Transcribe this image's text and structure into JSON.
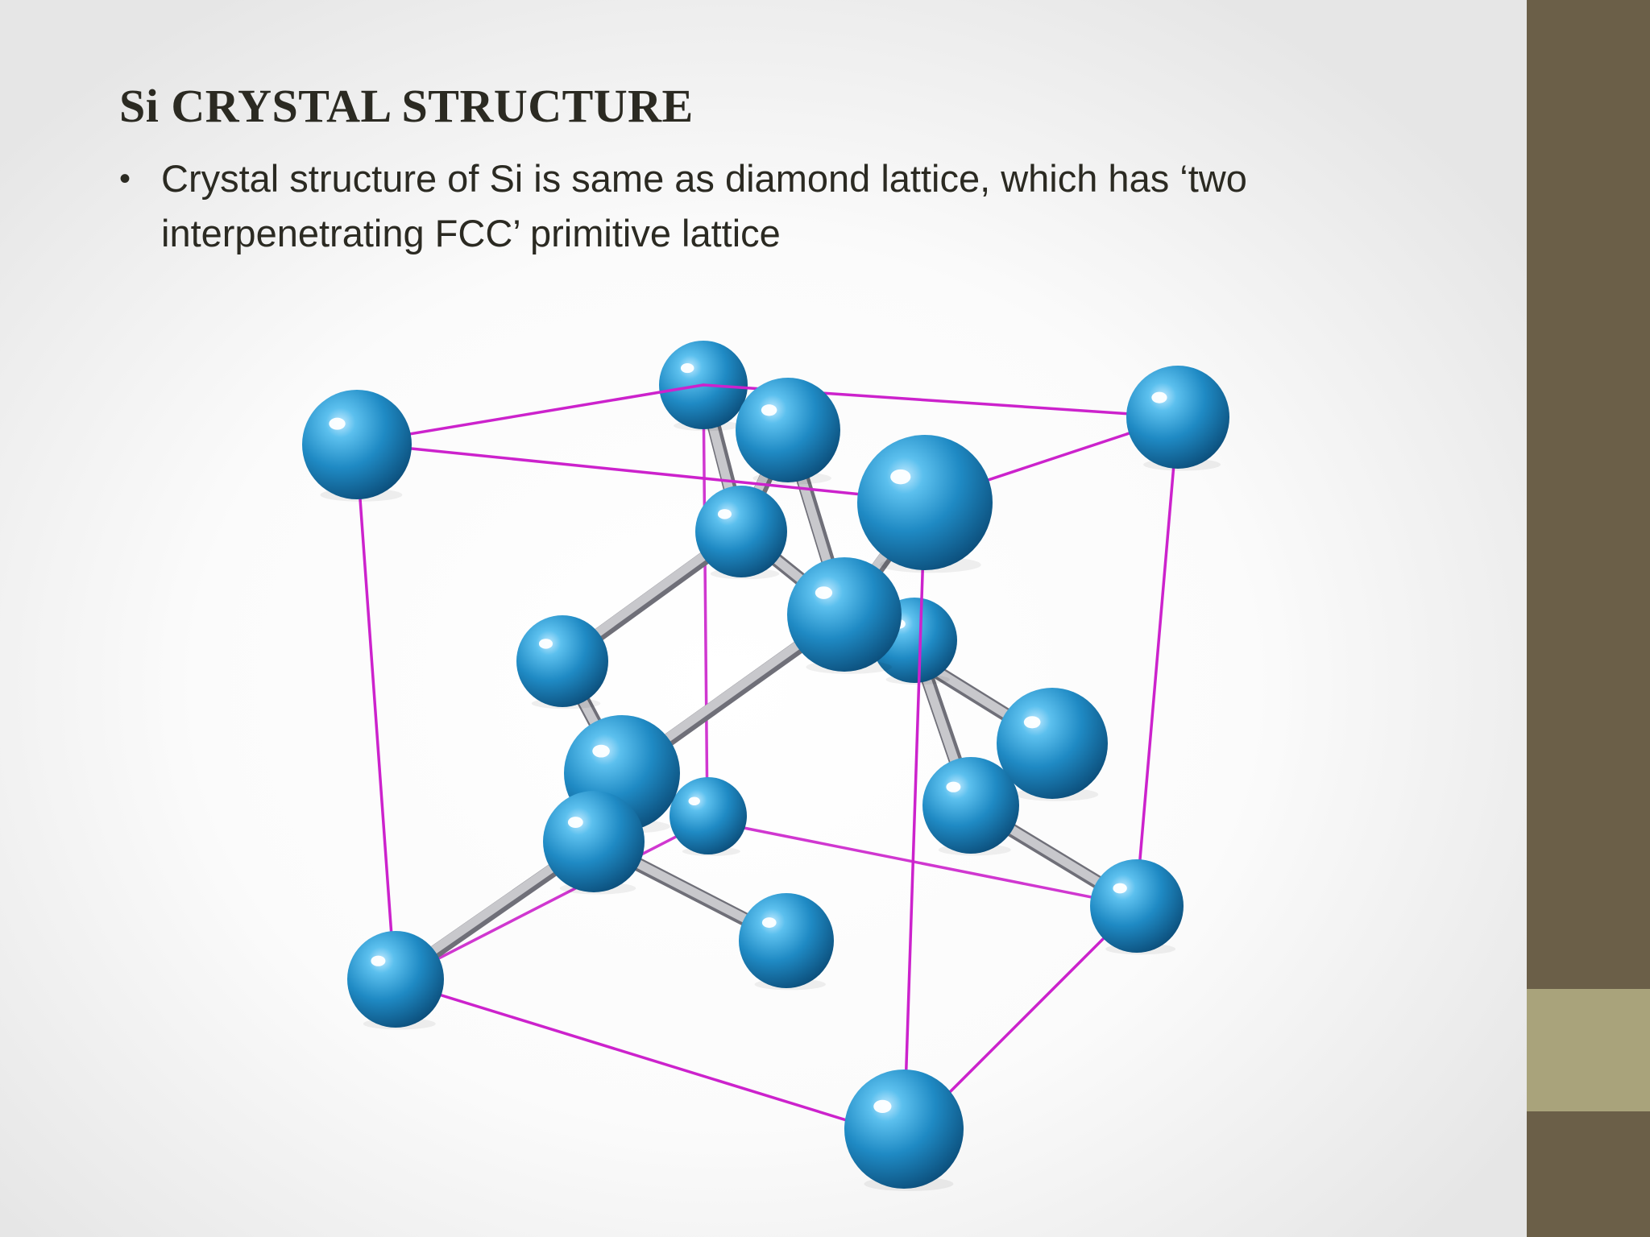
{
  "slide": {
    "title": "Si CRYSTAL STRUCTURE",
    "bullets": [
      {
        "marker": "•",
        "text": "Crystal structure of Si is same as diamond lattice, which has ‘two interpenetrating FCC’ primitive lattice"
      }
    ]
  },
  "theme": {
    "sidebar_color": "#6b5f48",
    "sidebar_accent_color": "#a9a37b",
    "atom_color": "#1f8ac4",
    "cell_edge_color": "#cc22cc",
    "bond_color": "#c8c8cc"
  },
  "diagram": {
    "subject": "diamond cubic unit cell of silicon",
    "atom_count": 18,
    "bond_count": 16,
    "cell_edge_count": 12
  }
}
